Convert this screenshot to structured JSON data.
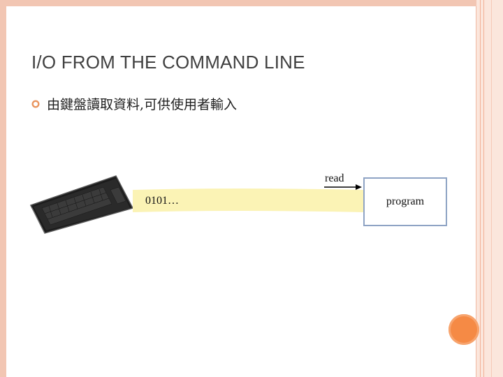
{
  "slide": {
    "title": "I/O FROM THE COMMAND LINE",
    "bullet_text": "由鍵盤讀取資料,可供使用者輸入"
  },
  "diagram": {
    "stream_label": "0101…",
    "read_label": "read",
    "program_label": "program"
  },
  "colors": {
    "background_border": "#f2c6b3",
    "accent_orange": "#f58a45",
    "stream_fill": "#fbf3b5",
    "program_box_border": "#8ea3c4"
  }
}
